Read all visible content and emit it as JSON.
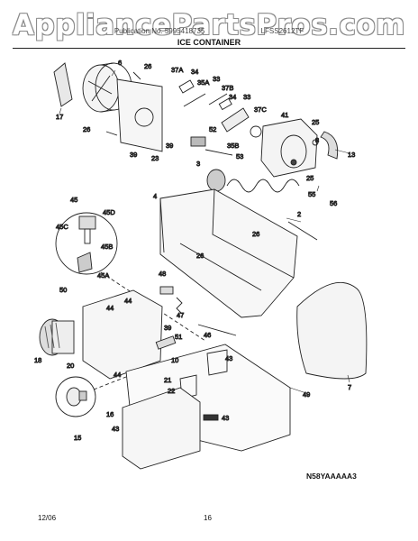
{
  "header": {
    "watermark": "AppliancePartsPros.com",
    "publication": "Publication No. 5995418735",
    "model": "LFSS2612TF",
    "title": "ICE CONTAINER"
  },
  "labels": {
    "l6": "6",
    "l26a": "26",
    "l37a": "37A",
    "l34a": "34",
    "l35a": "35A",
    "l33a": "33",
    "l37b": "37B",
    "l34b": "34",
    "l33b": "33",
    "l17": "17",
    "l26b": "26",
    "l39a": "39",
    "l23": "23",
    "l39b": "39",
    "l52": "52",
    "l35b": "35B",
    "l37c": "37C",
    "l41": "41",
    "l25a": "25",
    "l8": "8",
    "l13": "13",
    "l53": "53",
    "l3": "3",
    "l25b": "25",
    "l55": "55",
    "l56": "56",
    "l4": "4",
    "l2": "2",
    "l45": "45",
    "l45d": "45D",
    "l45c": "45C",
    "l45b": "45B",
    "l45a": "45A",
    "l26c": "26",
    "l26d": "26",
    "l50": "50",
    "l48": "48",
    "l44a": "44",
    "l44b": "44",
    "l47": "47",
    "l39c": "39",
    "l51": "51",
    "l46": "46",
    "l18": "18",
    "l20": "20",
    "l10": "10",
    "l43a": "43",
    "l44c": "44",
    "l21": "21",
    "l22": "22",
    "l7": "7",
    "l49": "49",
    "l16": "16",
    "l43b": "43",
    "l15": "15",
    "l43c": "43"
  },
  "diagram_code": "N58YAAAAA3",
  "footer": {
    "date": "12/06",
    "page": "16"
  }
}
